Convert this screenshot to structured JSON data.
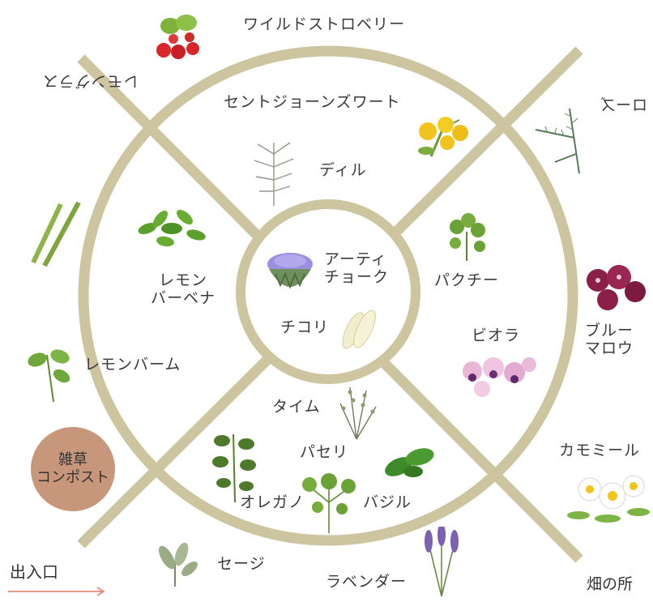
{
  "colors": {
    "ring": "#cdc4a0",
    "compost": "#c8977b",
    "arrow": "#e58a76"
  },
  "center": {
    "artichoke_line1": "アーティ",
    "artichoke_line2": "チョーク",
    "chicory": "チコリ"
  },
  "inner_ring": {
    "top": [
      "セントジョーンズワート",
      "ディル"
    ],
    "left": {
      "line1": "レモン",
      "line2": "バーベナ"
    },
    "right": [
      "パクチー",
      "ビオラ"
    ],
    "bottom": [
      "タイム",
      "パセリ",
      "オレガノ",
      "バジル"
    ]
  },
  "outer": {
    "top": "ワイルドストロベリー",
    "top_left_flipped": "レモングラス",
    "top_right_flipped": "ローズ",
    "right_1": "ブルー",
    "right_2": "マロウ",
    "right_3": "カモミール",
    "left": "レモンバーム",
    "bottom_left": "セージ",
    "bottom": "ラベンダー"
  },
  "compost": {
    "line1": "雑草",
    "line2": "コンポスト"
  },
  "entrance": "出入口",
  "site": "畑の所"
}
